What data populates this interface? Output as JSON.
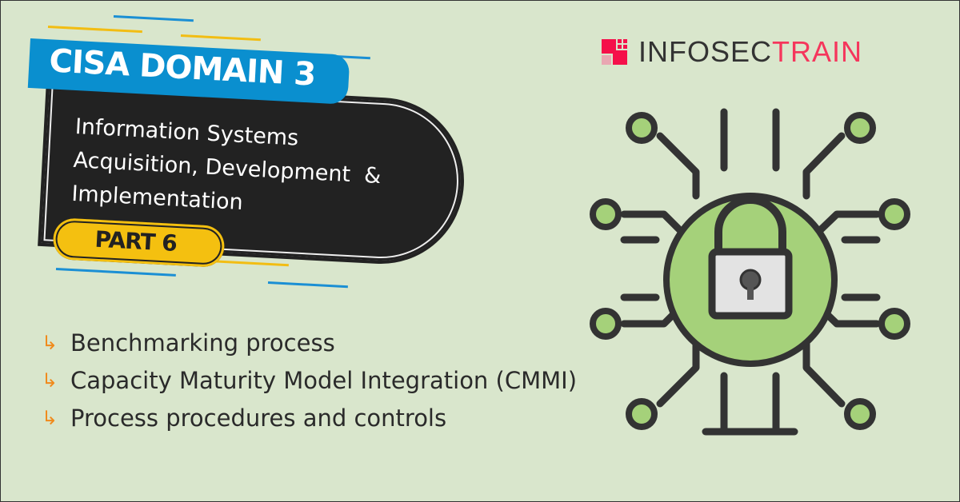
{
  "banner": {
    "title": "CISA DOMAIN 3",
    "subtitle_lines": [
      "Information Systems",
      "Acquisition, Development  &",
      "Implementation"
    ],
    "part": "PART 6"
  },
  "logo": {
    "part1": "INFOSEC",
    "part2": "TRAIN"
  },
  "bullets": [
    {
      "icon": "arrow-icon",
      "text": "Benchmarking process"
    },
    {
      "icon": "arrow-icon",
      "text": "Capacity Maturity Model Integration (CMMI)"
    },
    {
      "icon": "arrow-icon",
      "text": "Process procedures and controls"
    }
  ],
  "colors": {
    "background": "#d9e6cc",
    "blue": "#0a8fcf",
    "yellow": "#f4c010",
    "brand": "#f5365c",
    "lock_green": "#a5d17a",
    "arrow": "#f08a1c"
  }
}
